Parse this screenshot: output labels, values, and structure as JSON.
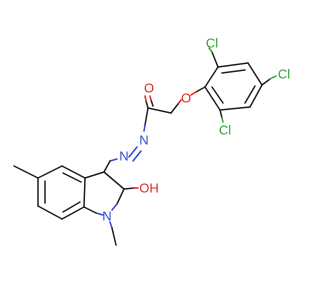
{
  "colors": {
    "carbon_bond": "#1e1e1e",
    "nitrogen": "#2f46d8",
    "oxygen": "#e0221b",
    "chlorine": "#2ba12b"
  },
  "atoms": {
    "cl_top": "Cl",
    "cl_right": "Cl",
    "cl_bottom": "Cl",
    "o_carbonyl": "O",
    "o_ether": "O",
    "n_hydrazide": "N",
    "n_azo": "N",
    "oh": "OH",
    "n_ring": "N"
  }
}
